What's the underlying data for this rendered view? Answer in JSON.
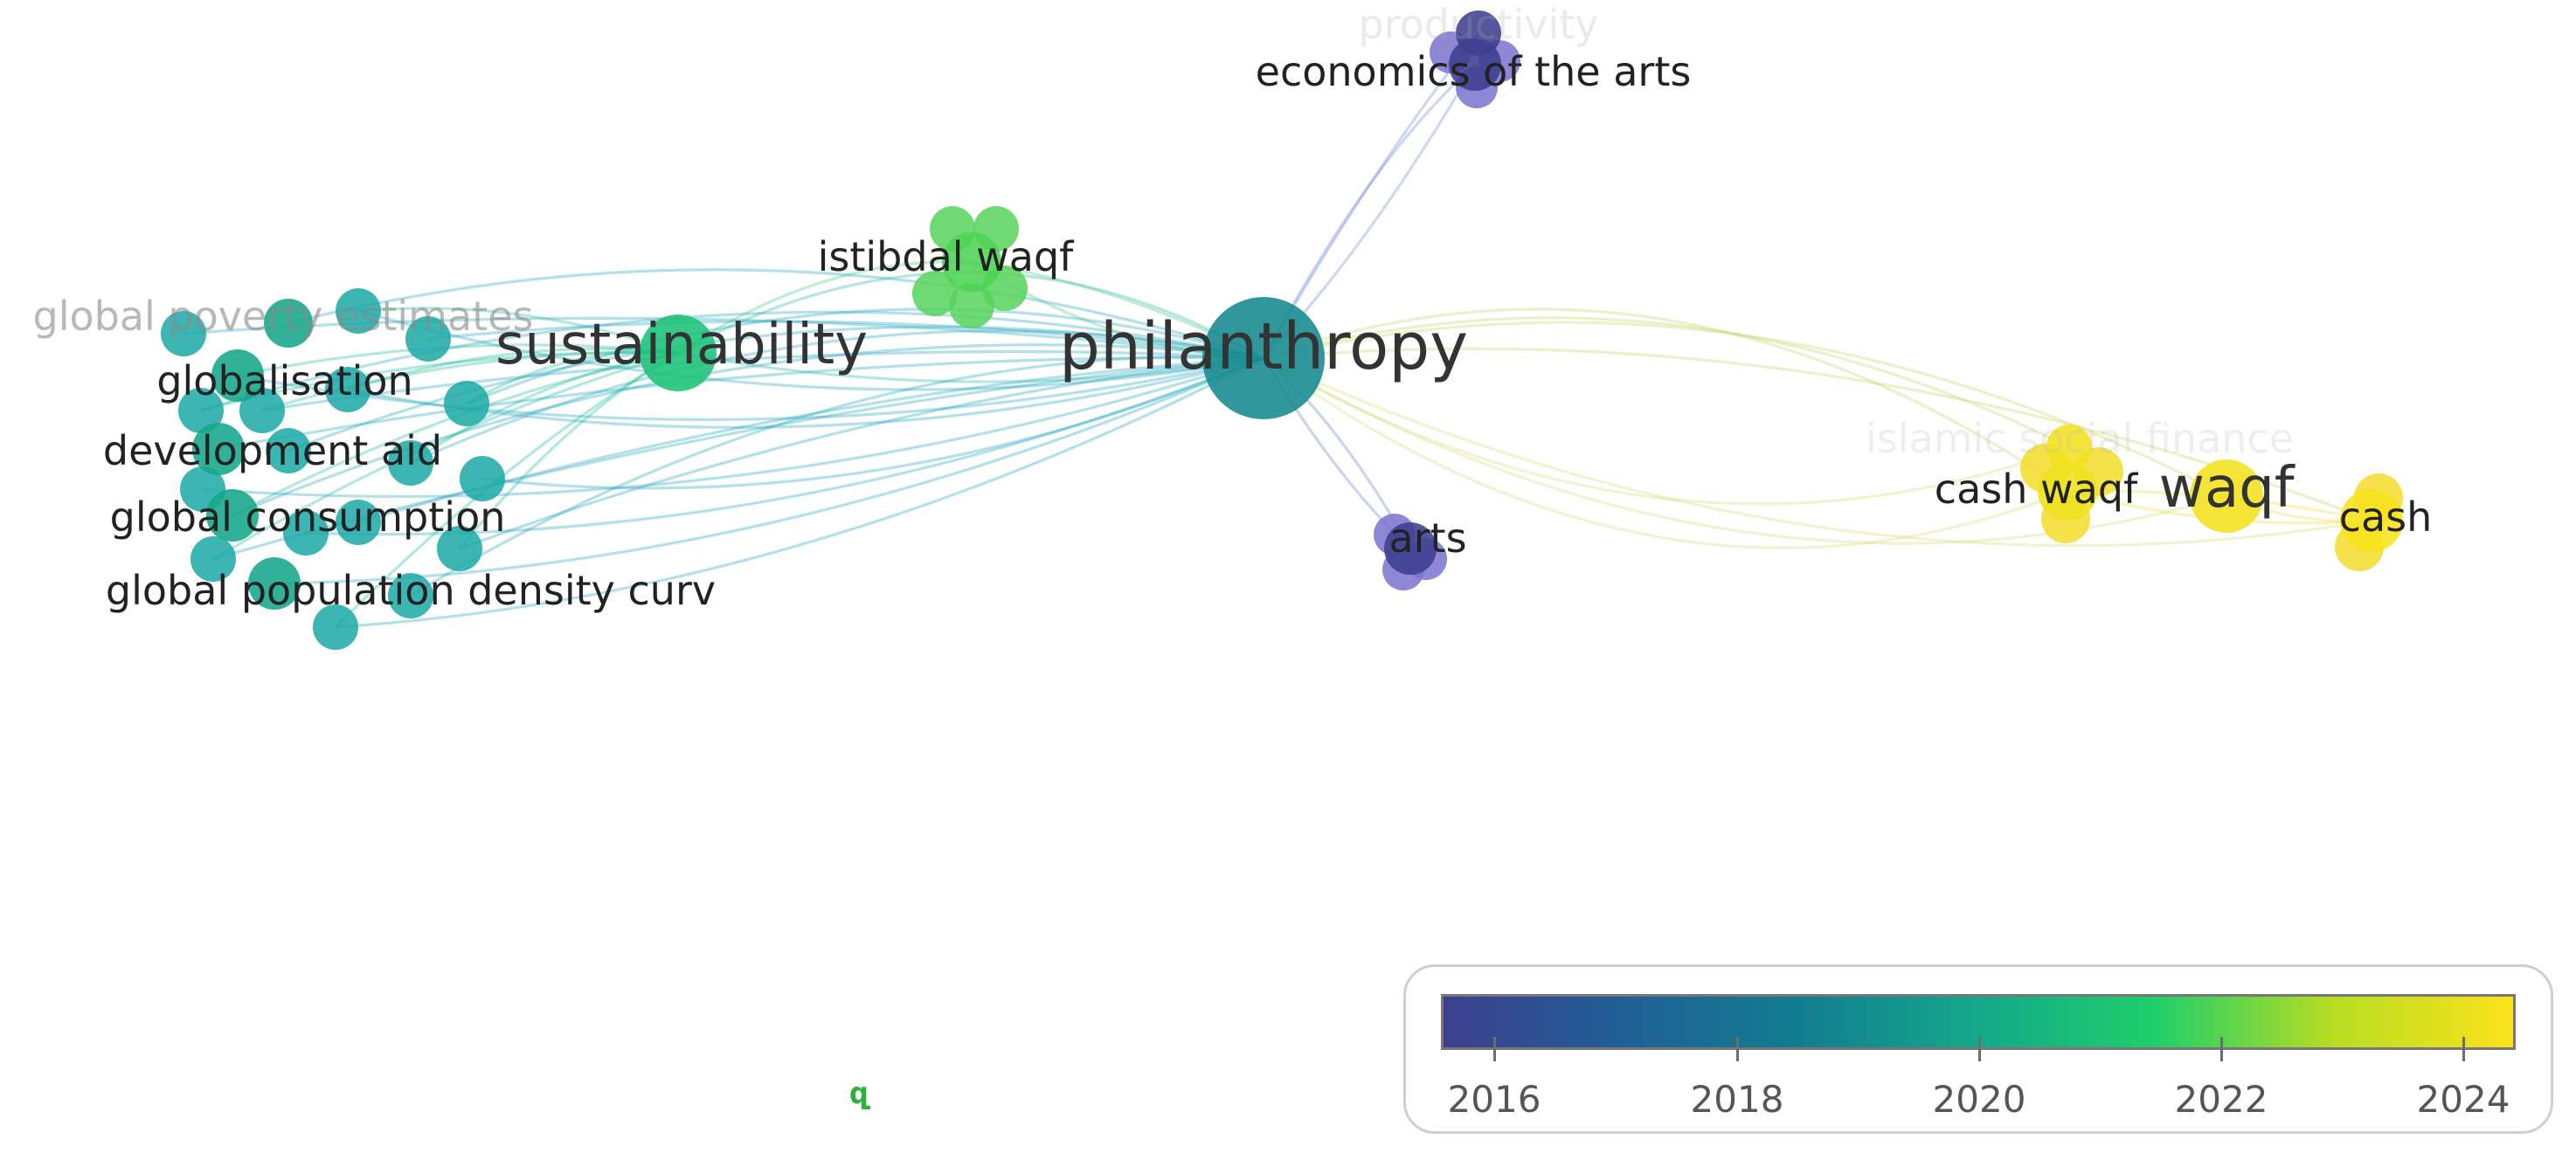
{
  "nodes": [
    {
      "id": "philanthropy",
      "label": "philanthropy",
      "year": 2019.0,
      "weight": 10,
      "label_opacity": 1,
      "label_color": "#333333"
    },
    {
      "id": "sustainability",
      "label": "sustainability",
      "year": 2021.0,
      "weight": 6,
      "label_opacity": 1,
      "label_color": "#333333"
    },
    {
      "id": "istibdal-waqf",
      "label": "istibdal waqf",
      "year": 2022.0,
      "weight": 4,
      "label_opacity": 1,
      "label_color": "#222222"
    },
    {
      "id": "economics-of-the-arts",
      "label": "economics of the arts",
      "year": 2015.5,
      "weight": 4,
      "label_opacity": 1,
      "label_color": "#222222"
    },
    {
      "id": "productivity",
      "label": "productivity",
      "year": 2015.5,
      "weight": 3,
      "label_opacity": 0.25,
      "label_color": "#aaaaaa"
    },
    {
      "id": "arts",
      "label": "arts",
      "year": 2015.5,
      "weight": 3,
      "label_opacity": 1,
      "label_color": "#222222"
    },
    {
      "id": "waqf",
      "label": "waqf",
      "year": 2024.3,
      "weight": 5,
      "label_opacity": 1,
      "label_color": "#333333"
    },
    {
      "id": "cash-waqf",
      "label": "cash waqf",
      "year": 2024.2,
      "weight": 4,
      "label_opacity": 1,
      "label_color": "#222222"
    },
    {
      "id": "islamic-social-finance",
      "label": "islamic social finance",
      "year": 2024.3,
      "weight": 3,
      "label_opacity": 0.25,
      "label_color": "#bbbbbb"
    },
    {
      "id": "cash",
      "label": "cash",
      "year": 2024.4,
      "weight": 4,
      "label_opacity": 1,
      "label_color": "#222222"
    },
    {
      "id": "global-poverty-estimates",
      "label": "global poverty estimates",
      "year": 2020.0,
      "weight": 2,
      "label_opacity": 0.6,
      "label_color": "#888888"
    },
    {
      "id": "globalisation",
      "label": "globalisation",
      "year": 2020.0,
      "weight": 2,
      "label_opacity": 1,
      "label_color": "#222222"
    },
    {
      "id": "development-aid",
      "label": "development aid",
      "year": 2020.0,
      "weight": 2,
      "label_opacity": 1,
      "label_color": "#222222"
    },
    {
      "id": "global-consumption",
      "label": "global consumption",
      "year": 2020.0,
      "weight": 2,
      "label_opacity": 1,
      "label_color": "#222222"
    },
    {
      "id": "global-population-density-curv",
      "label": "global population density curv",
      "year": 2020.0,
      "weight": 2,
      "label_opacity": 1,
      "label_color": "#222222"
    }
  ],
  "legend": {
    "title": "",
    "min_year": 2015.6,
    "max_year": 2024.5,
    "ticks": [
      "2016",
      "2018",
      "2020",
      "2022",
      "2024"
    ]
  },
  "colors": {
    "scale": [
      "#3d3f8e",
      "#1f5f96",
      "#127d90",
      "#14a88a",
      "#1fcf6a",
      "#b9dd21",
      "#fbe21c"
    ]
  },
  "icons": {
    "vosviewer_logo": "vosviewer-icon"
  }
}
